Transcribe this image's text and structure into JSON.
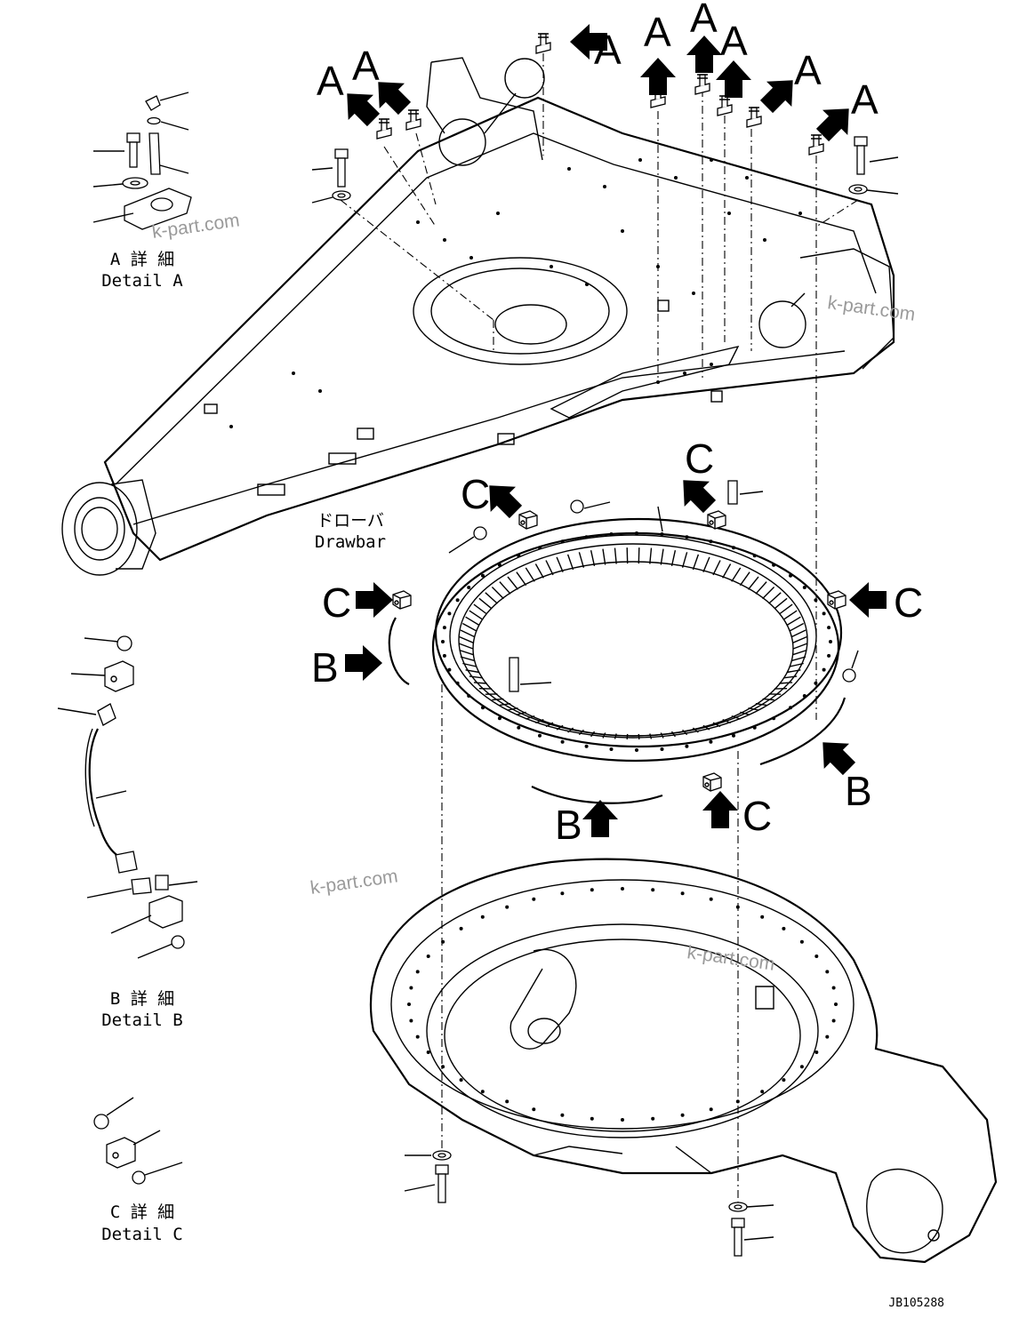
{
  "callouts": {
    "a": "A",
    "b": "B",
    "c": "C"
  },
  "details": {
    "a": {
      "jp": "A 詳 細",
      "en": "Detail A"
    },
    "b": {
      "jp": "B 詳 細",
      "en": "Detail B"
    },
    "c": {
      "jp": "C 詳 細",
      "en": "Detail C"
    }
  },
  "drawbar": {
    "jp": "ドローバ",
    "en": "Drawbar"
  },
  "watermark": "k-part.com",
  "drawing_code": "JB105288"
}
